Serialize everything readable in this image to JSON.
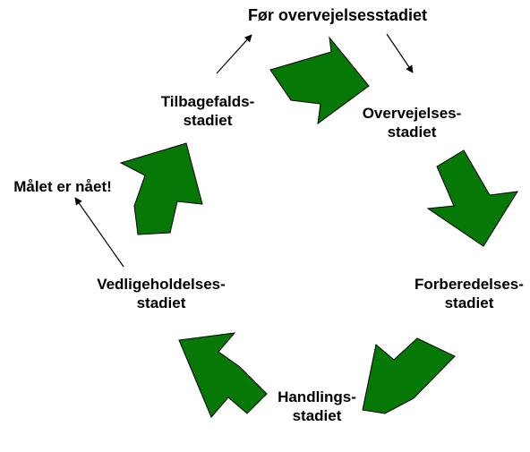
{
  "diagram": {
    "stages": {
      "precontemplation": "Før overvejelsesstadiet",
      "contemplation": {
        "line1": "Overvejelses-",
        "line2": "stadiet"
      },
      "preparation": {
        "line1": "Forberedelses-",
        "line2": "stadiet"
      },
      "action": {
        "line1": "Handlings-",
        "line2": "stadiet"
      },
      "maintenance": {
        "line1": "Vedligeholdelses-",
        "line2": "stadiet"
      },
      "relapse": {
        "line1": "Tilbagefalds-",
        "line2": "stadiet"
      },
      "exit": "Målet er nået!"
    },
    "colors": {
      "arrow_fill": "#067806",
      "arrow_stroke": "#000000",
      "line": "#000000",
      "text": "#000000"
    }
  }
}
